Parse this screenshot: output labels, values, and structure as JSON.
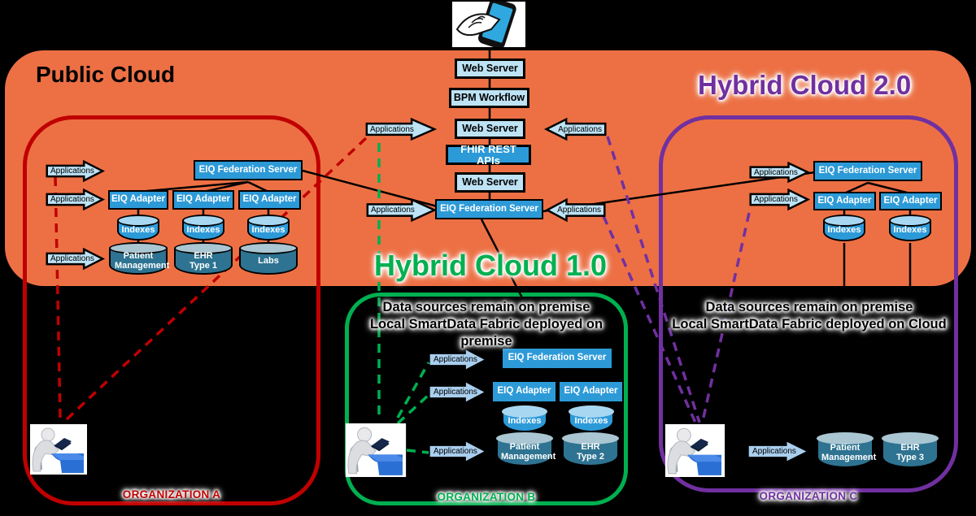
{
  "labels": {
    "applications": "Applications",
    "web_server": "Web Server",
    "bpm_workflow": "BPM Workflow",
    "fhir_rest_apis": "FHIR REST APIs",
    "eiq_federation_server": "EIQ Federation Server",
    "eiq_adapter": "EIQ Adapter",
    "indexes": "Indexes"
  },
  "regions": {
    "public_cloud": "Public Cloud",
    "hybrid_cloud_1": "Hybrid Cloud 1.0",
    "hybrid_cloud_2": "Hybrid Cloud 2.0"
  },
  "organizations": {
    "a": {
      "name": "ORGANIZATION A",
      "sources": [
        "Patient Management",
        "EHR Type 1",
        "Labs"
      ]
    },
    "b": {
      "name": "ORGANIZATION B",
      "note1": "Data sources remain on premise",
      "note2": "Local SmartData Fabric deployed on premise",
      "sources": [
        "Patient Management",
        "EHR Type 2"
      ]
    },
    "c": {
      "name": "ORGANIZATION C",
      "note1": "Data sources remain on premise",
      "note2": "Local SmartData Fabric deployed on Cloud",
      "sources": [
        "Patient Management",
        "EHR Type 3"
      ]
    }
  },
  "colors": {
    "background": "#000000",
    "public_cloud_fill": "#ED7044",
    "box_light": "#BDE3F5",
    "box_blue": "#2D9AD8",
    "cylinder_teal": "#2E7391",
    "arrow_plain": "#A9CEEE",
    "org_a_border": "#C00000",
    "org_b_border": "#00B050",
    "org_c_border": "#7030A0"
  }
}
